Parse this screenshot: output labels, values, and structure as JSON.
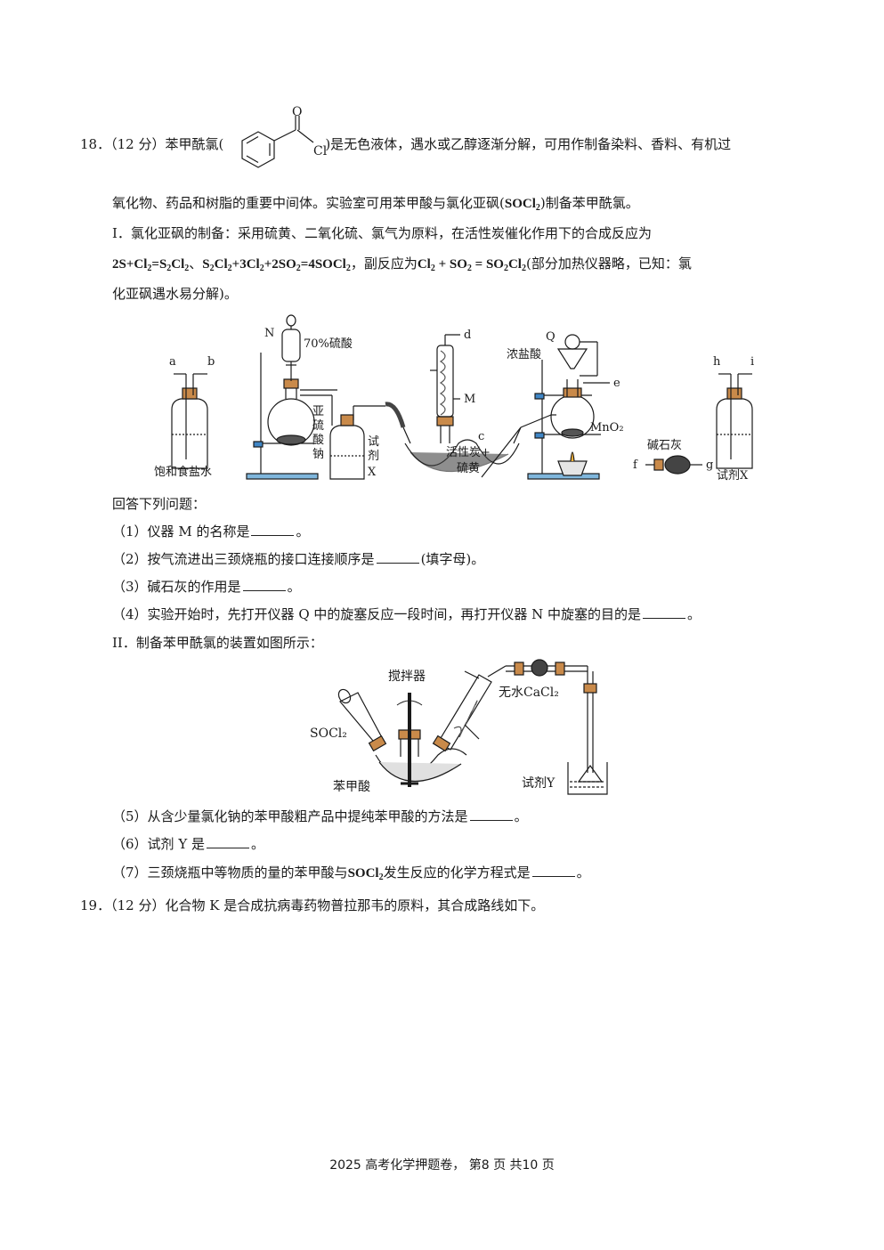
{
  "q18": {
    "number": "18．",
    "score": "（12 分）",
    "intro_a": "苯甲酰氯(",
    "intro_b": ")是无色液体，遇水或乙醇逐渐分解，可用作制备染料、香料、有机过",
    "line2_a": "氧化物、药品和树脂的重要中间体。实验室可用苯甲酸与氯化亚砜(",
    "line2_b": ")制备苯甲酰氯。",
    "part1_label": "I．",
    "part1_text": "氯化亚砜的制备：采用硫黄、二氧化硫、氯气为原料，在活性炭催化作用下的合成反应为",
    "eq_sep": "、",
    "line4_mid": "，副反应为",
    "line4_tail": "(部分加热仪器略，已知：氯",
    "line5": "化亚砜遇水易分解)。",
    "answer_lead": "回答下列问题：",
    "questions": [
      {
        "label": "（1）",
        "text_a": "仪器 M 的名称是",
        "text_b": "。"
      },
      {
        "label": "（2）",
        "text_a": "按气流进出三颈烧瓶的接口连接顺序是",
        "text_b": "(填字母)。"
      },
      {
        "label": "（3）",
        "text_a": "碱石灰的作用是",
        "text_b": "。"
      },
      {
        "label": "（4）",
        "text_a": "实验开始时，先打开仪器 Q 中的旋塞反应一段时间，再打开仪器 N 中旋塞的目的是",
        "text_b": "。"
      }
    ],
    "part2_label": "II．",
    "part2_text": "制备苯甲酰氯的装置如图所示：",
    "questions2": [
      {
        "label": "（5）",
        "text_a": "从含少量氯化钠的苯甲酸粗产品中提纯苯甲酸的方法是",
        "text_b": "。"
      },
      {
        "label": "（6）",
        "text_a": "试剂 Y 是",
        "text_b": "。"
      },
      {
        "label": "（7）",
        "text_a": "三颈烧瓶中等物质的量的苯甲酸与",
        "text_c": "发生反应的化学方程式是",
        "text_b": "。"
      }
    ]
  },
  "q19": {
    "number": "19．",
    "score": "（12 分）",
    "text": "化合物 K 是合成抗病毒药物普拉那韦的原料，其合成路线如下。"
  },
  "structure": {
    "atom_o": "O",
    "atom_cl": "Cl"
  },
  "figure1": {
    "label_a": "a",
    "label_b": "b",
    "label_bottle1": "饱和食盐水",
    "label_n": "N",
    "label_acid": "70%硫酸",
    "label_sulfite": [
      "亚",
      "硫",
      "酸",
      "钠"
    ],
    "label_reagent": [
      "试",
      "剂",
      "X"
    ],
    "label_d": "d",
    "label_m": "M",
    "label_c": "c",
    "label_carbon": [
      "活性炭+",
      "硫黄"
    ],
    "label_q": "Q",
    "label_hcl": "浓盐酸",
    "label_e": "e",
    "label_mno2": "MnO₂",
    "label_soda": "碱石灰",
    "label_f": "f",
    "label_g": "g",
    "label_h": "h",
    "label_i": "i",
    "label_bottle2": "试剂X"
  },
  "figure2": {
    "label_stirrer": "搅拌器",
    "label_socl2": "SOCl₂",
    "label_benzoic": "苯甲酸",
    "label_cacl2": "无水CaCl₂",
    "label_y": "试剂Y"
  },
  "footer": "2025 高考化学押题卷， 第8 页 共10 页"
}
